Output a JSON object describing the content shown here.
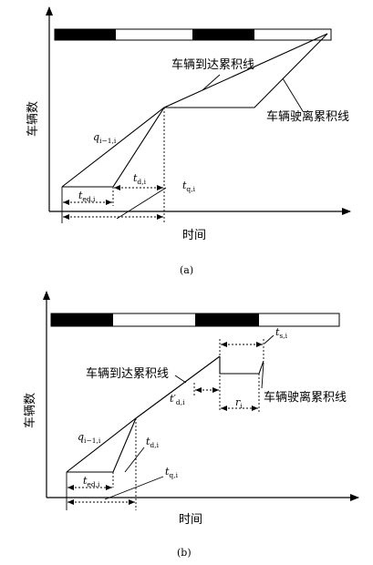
{
  "panel_a": {
    "y_label": "车辆数",
    "x_label": "时间",
    "arrival_label": "车辆到达累积线",
    "departure_label": "车辆驶离累积线",
    "q_var": "q",
    "q_sub": "i−1,i",
    "ted_var": "t",
    "ted_sub": "ed,i",
    "td_var": "t",
    "td_sub": "d,i",
    "tq_var": "t",
    "tq_sub": "q,i",
    "caption": "(a)"
  },
  "panel_b": {
    "y_label": "车辆数",
    "x_label": "时间",
    "arrival_label": "车辆到达累积线",
    "departure_label": "车辆驶离累积线",
    "q_var": "q",
    "q_sub": "i−1,i",
    "ted_var": "t",
    "ted_sub": "ed,i",
    "td_var": "t",
    "td_sub": "d,i",
    "tq_var": "t",
    "tq_sub": "q,i",
    "ts_var": "t",
    "ts_sub": "s,i",
    "tdp_var": "t′",
    "tdp_sub": "d,i",
    "r_var": "r",
    "r_sub": "i",
    "caption": "(b)"
  },
  "colors": {
    "line": "#000000",
    "signal_red": "#000000",
    "signal_green": "#ffffff"
  }
}
